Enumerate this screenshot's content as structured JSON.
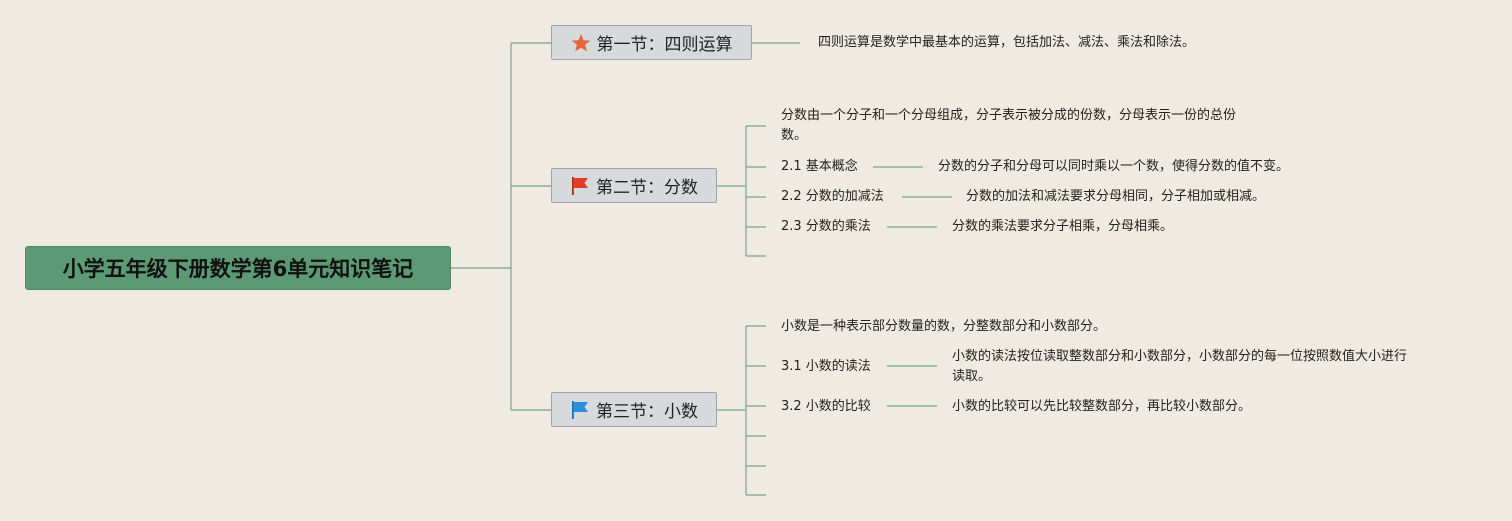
{
  "root": {
    "title": "小学五年级下册数学第6单元知识笔记"
  },
  "sections": [
    {
      "title": "第一节：四则运算",
      "icon": "star-icon",
      "icon_color": "#e8673a",
      "note": "四则运算是数学中最基本的运算，包括加法、减法、乘法和除法。"
    },
    {
      "title": "第二节：分数",
      "icon": "red-flag-icon",
      "icon_color": "#e23c2a",
      "intro_line1": "分数由一个分子和一个分母组成，分子表示被分成的份数，分母表示一份的总份",
      "intro_line2": "数。",
      "items": [
        {
          "label": "2.1 基本概念",
          "note": "分数的分子和分母可以同时乘以一个数，使得分数的值不变。"
        },
        {
          "label": "2.2 分数的加减法",
          "note": "分数的加法和减法要求分母相同，分子相加或相减。"
        },
        {
          "label": "2.3 分数的乘法",
          "note": "分数的乘法要求分子相乘，分母相乘。"
        }
      ]
    },
    {
      "title": "第三节：小数",
      "icon": "blue-flag-icon",
      "icon_color": "#2a8fd8",
      "intro": "小数是一种表示部分数量的数，分整数部分和小数部分。",
      "items": [
        {
          "label": "3.1 小数的读法",
          "note_line1": "小数的读法按位读取整数部分和小数部分，小数部分的每一位按照数值大小进行",
          "note_line2": "读取。"
        },
        {
          "label": "3.2 小数的比较",
          "note": "小数的比较可以先比较整数部分，再比较小数部分。"
        }
      ]
    }
  ],
  "colors": {
    "line": "#7aa38e",
    "root_bg": "#5c9a76",
    "section_bg": "#d7dadd",
    "background": "#efebe2"
  }
}
